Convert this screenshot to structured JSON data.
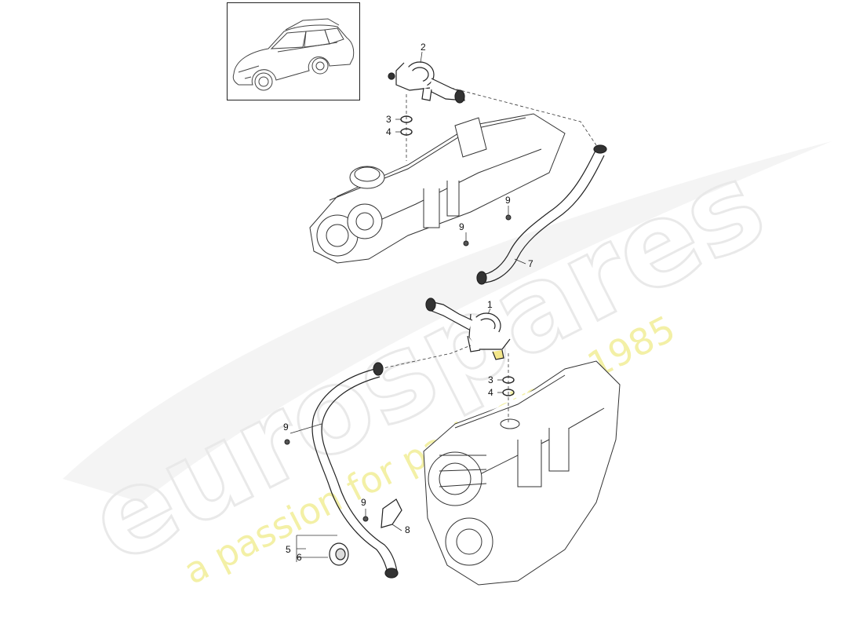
{
  "callouts": {
    "c1": "1",
    "c2": "2",
    "c3_top": "3",
    "c4_top": "4",
    "c3_bottom": "3",
    "c4_bottom": "4",
    "c5": "5",
    "c6": "6",
    "c7": "7",
    "c8": "8",
    "c9_a": "9",
    "c9_b": "9",
    "c9_c": "9",
    "c9_d": "9"
  },
  "watermark": {
    "brand": "eurospares",
    "tagline": "a passion for parts since 1985",
    "brand_color": "#e9e9e9",
    "tagline_color": "#f3f0a6"
  }
}
